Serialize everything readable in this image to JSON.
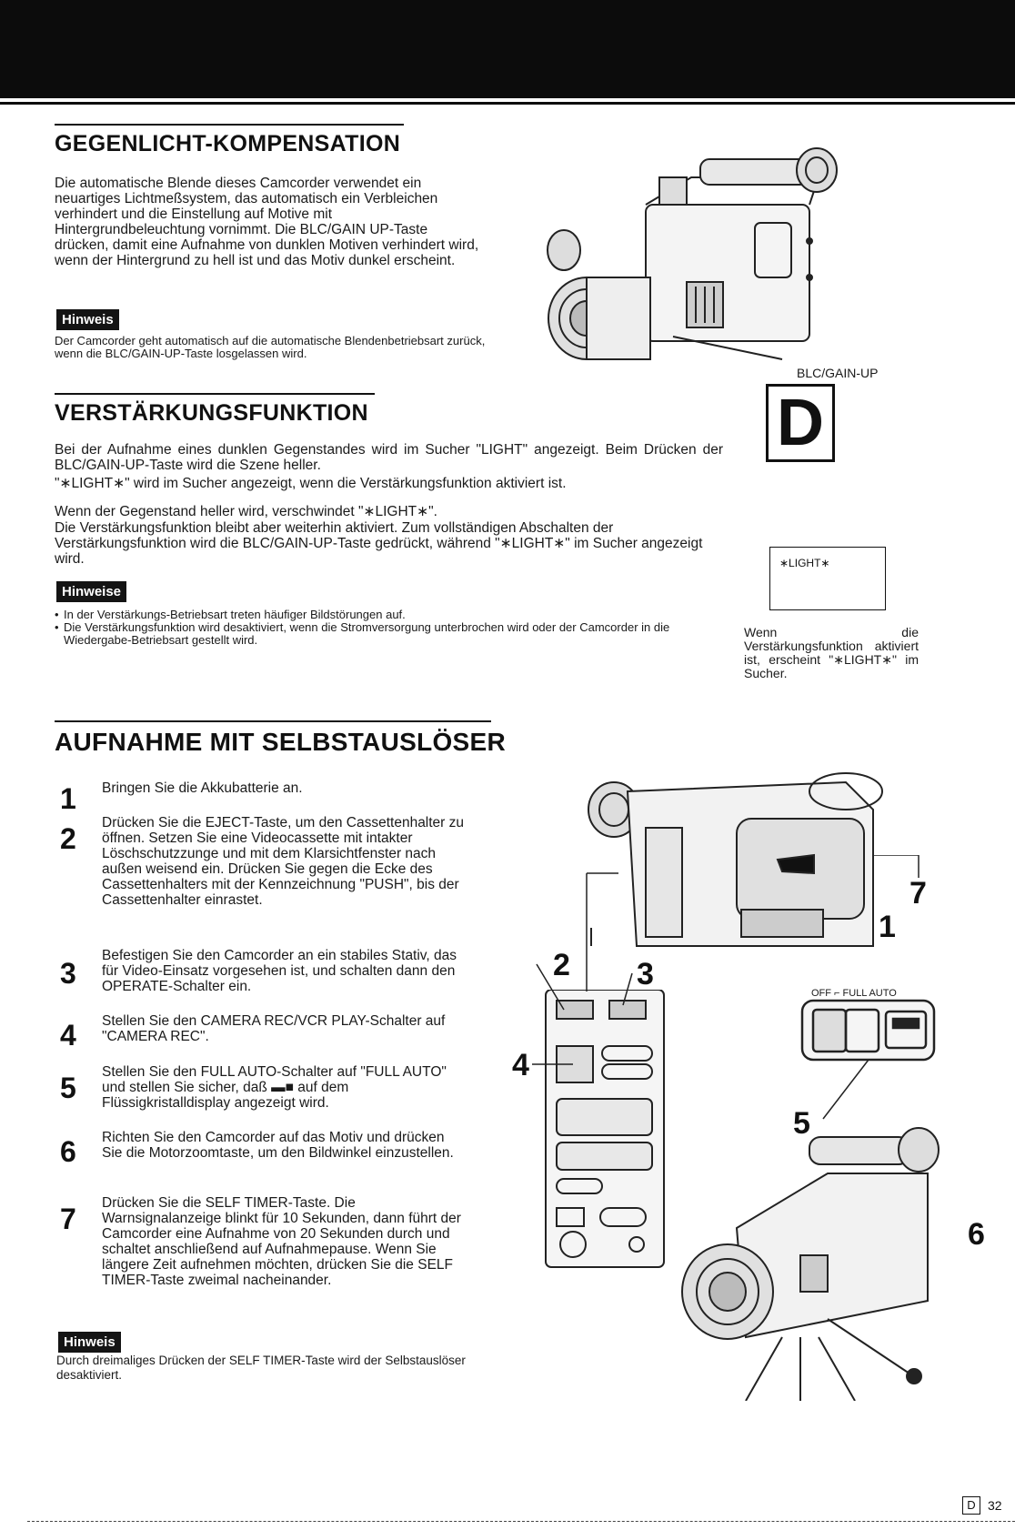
{
  "section1": {
    "title": "GEGENLICHT-KOMPENSATION",
    "body": "Die automatische Blende dieses Camcorder verwendet ein neuartiges Lichtmeßsystem, das automatisch ein Verbleichen verhindert und die Einstellung auf Motive mit Hintergrundbeleuchtung vornimmt. Die BLC/GAIN UP-Taste drücken, damit eine Aufnahme von dunklen Motiven verhindert wird, wenn der Hintergrund zu hell ist und das Motiv dunkel erscheint.",
    "note_label": "Hinweis",
    "note": "Der Camcorder geht automatisch auf die automatische Blendenbetriebsart zurück, wenn die BLC/GAIN-UP-Taste losgelassen wird.",
    "figure_label": "BLC/GAIN-UP"
  },
  "section2": {
    "title": "VERSTÄRKUNGSFUNKTION",
    "body1": "Bei der Aufnahme eines dunklen Gegenstandes wird im Sucher \"LIGHT\" angezeigt. Beim Drücken der BLC/GAIN-UP-Taste wird die Szene heller.",
    "body2": "\"∗LIGHT∗\" wird im Sucher angezeigt, wenn die Verstärkungsfunktion aktiviert ist.",
    "body3": "Wenn der Gegenstand heller wird, verschwindet \"∗LIGHT∗\".",
    "body4": "Die Verstärkungsfunktion bleibt aber weiterhin aktiviert. Zum vollständigen Abschalten der Verstärkungsfunktion wird die BLC/GAIN-UP-Taste gedrückt, während \"∗LIGHT∗\" im Sucher angezeigt wird.",
    "note_label": "Hinweise",
    "notes": [
      "In der Verstärkungs-Betriebsart treten häufiger Bildstörungen auf.",
      "Die Verstärkungsfunktion wird desaktiviert, wenn die Stromversorgung unterbrochen wird oder der Camcorder in die Wiedergabe-Betriebsart gestellt wird."
    ],
    "d_marker": "D",
    "viewfinder_text": "∗LIGHT∗",
    "viewfinder_caption": "Wenn die Verstärkungsfunktion aktiviert ist, erscheint \"∗LIGHT∗\" im Sucher."
  },
  "section3": {
    "title": "AUFNAHME MIT SELBSTAUSLÖSER",
    "steps": [
      {
        "num": "1",
        "text": "Bringen Sie die Akkubatterie an."
      },
      {
        "num": "2",
        "text": "Drücken Sie die EJECT-Taste, um den Cassettenhalter zu öffnen. Setzen Sie eine Videocassette mit intakter Löschschutzzunge und mit dem Klarsichtfenster nach außen weisend ein. Drücken Sie gegen die Ecke des Cassettenhalters mit der Kennzeichnung \"PUSH\", bis der Cassettenhalter einrastet."
      },
      {
        "num": "3",
        "text": "Befestigen Sie den Camcorder an ein stabiles Stativ, das für Video-Einsatz vorgesehen ist, und schalten dann den OPERATE-Schalter ein."
      },
      {
        "num": "4",
        "text": "Stellen Sie den CAMERA REC/VCR PLAY-Schalter auf \"CAMERA REC\"."
      },
      {
        "num": "5",
        "text": "Stellen Sie den FULL AUTO-Schalter auf \"FULL AUTO\" und stellen Sie sicher, daß ▬■ auf dem Flüssigkristalldisplay angezeigt wird."
      },
      {
        "num": "6",
        "text": "Richten Sie den Camcorder auf das Motiv und drücken Sie die Motorzoomtaste, um den Bildwinkel einzustellen."
      },
      {
        "num": "7",
        "text": "Drücken Sie die SELF TIMER-Taste. Die Warnsignalanzeige blinkt für 10 Sekunden, dann führt der Camcorder eine Aufnahme von 20 Sekunden durch und schaltet anschließend auf Aufnahmepause. Wenn Sie längere Zeit aufnehmen möchten, drücken Sie die SELF TIMER-Taste zweimal nacheinander."
      }
    ],
    "note_label": "Hinweis",
    "note": "Durch dreimaliges Drücken der SELF TIMER-Taste wird der Selbstauslöser desaktiviert.",
    "callouts": [
      "7",
      "1",
      "2",
      "3",
      "4",
      "5",
      "6"
    ],
    "switch_label": "OFF ⌐ FULL AUTO"
  },
  "footer": {
    "page_marker": "D",
    "page_number": "32"
  }
}
